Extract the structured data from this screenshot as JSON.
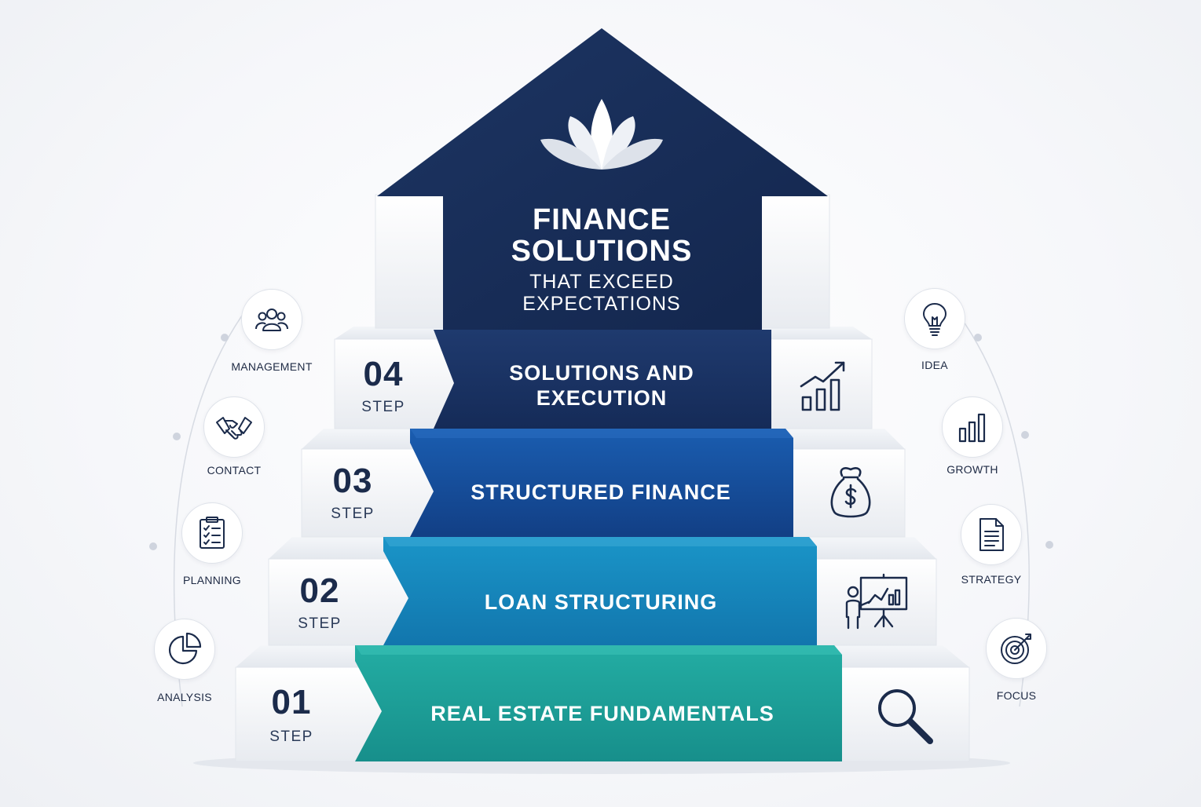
{
  "title": {
    "line1": "FINANCE",
    "line2": "SOLUTIONS",
    "line3": "THAT EXCEED",
    "line4": "EXPECTATIONS"
  },
  "steps": [
    {
      "number": "01",
      "step_label": "STEP",
      "title": "REAL ESTATE FUNDAMENTALS",
      "color": "#1fa39a",
      "icon": "magnifier-icon"
    },
    {
      "number": "02",
      "step_label": "STEP",
      "title": "LOAN STRUCTURING",
      "color": "#1789bf",
      "icon": "presentation-icon"
    },
    {
      "number": "03",
      "step_label": "STEP",
      "title": "STRUCTURED FINANCE",
      "color": "#17539e",
      "icon": "money-bag-icon"
    },
    {
      "number": "04",
      "step_label": "STEP",
      "title_line1": "SOLUTIONS AND",
      "title_line2": "EXECUTION",
      "color": "#1c3566",
      "icon": "growth-arrow-icon"
    }
  ],
  "left_icons": [
    {
      "label": "MANAGEMENT",
      "icon": "team-icon"
    },
    {
      "label": "CONTACT",
      "icon": "handshake-icon"
    },
    {
      "label": "PLANNING",
      "icon": "checklist-icon"
    },
    {
      "label": "ANALYSIS",
      "icon": "pie-chart-icon"
    }
  ],
  "right_icons": [
    {
      "label": "IDEA",
      "icon": "lightbulb-icon"
    },
    {
      "label": "GROWTH",
      "icon": "bar-chart-icon"
    },
    {
      "label": "STRATEGY",
      "icon": "document-icon"
    },
    {
      "label": "FOCUS",
      "icon": "target-icon"
    }
  ],
  "colors": {
    "navy": "#1c3566",
    "accent_dark": "#1b2b4b",
    "teal": "#1fa39a"
  }
}
